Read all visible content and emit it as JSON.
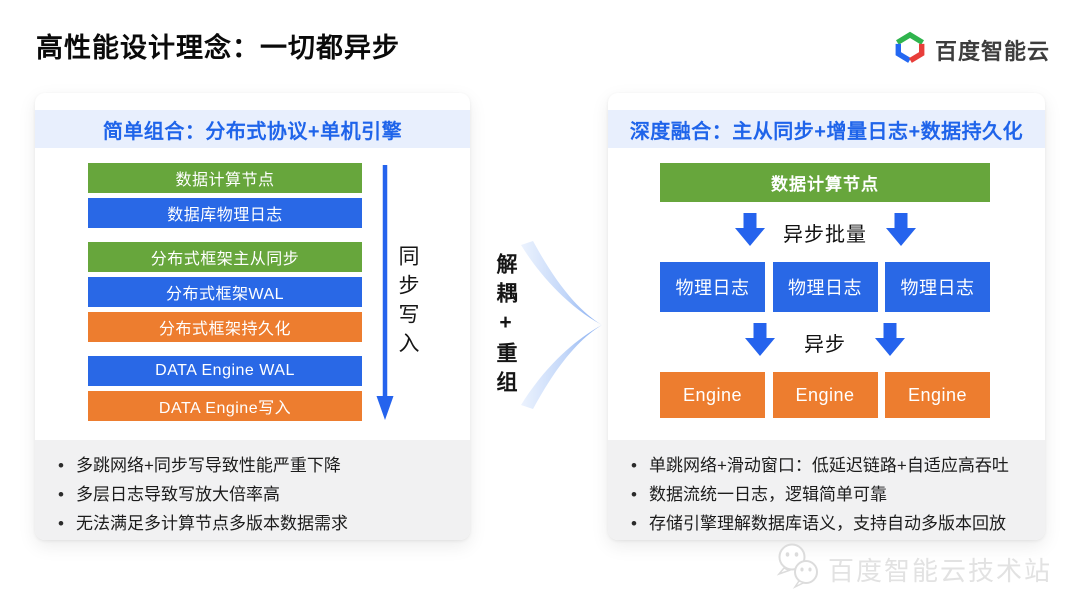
{
  "page": {
    "title": "高性能设计理念：一切都异步",
    "logo_text": "百度智能云",
    "watermark_text": "百度智能云技术站"
  },
  "colors": {
    "node_green": "#67a63c",
    "node_blue": "#2968e6",
    "node_orange": "#ed7d2f",
    "arrow_blue": "#2563ed",
    "header_text_blue": "#1f64ea",
    "header_band_bg": "#e8effd",
    "notes_bg": "#f1f1f2",
    "logo_green": "#2fb44d",
    "logo_blue": "#2468f2",
    "logo_red": "#e83e3a"
  },
  "left_panel": {
    "header": "简单组合：分布式协议+单机引擎",
    "bars": [
      {
        "label": "数据计算节点",
        "color": "green"
      },
      {
        "label": "数据库物理日志",
        "color": "blue"
      },
      {
        "label": "分布式框架主从同步",
        "color": "green"
      },
      {
        "label": "分布式框架WAL",
        "color": "blue"
      },
      {
        "label": "分布式框架持久化",
        "color": "orange"
      },
      {
        "label": "DATA Engine WAL",
        "color": "blue"
      },
      {
        "label": "DATA Engine写入",
        "color": "orange"
      }
    ],
    "side_arrow_label": "同步写入",
    "bullets": [
      "多跳网络+同步写导致性能严重下降",
      "多层日志导致写放大倍率高",
      "无法满足多计算节点多版本数据需求"
    ]
  },
  "transition": {
    "label": "解耦+重组"
  },
  "right_panel": {
    "header": "深度融合：主从同步+增量日志+数据持久化",
    "top_node": "数据计算节点",
    "batch_label": "异步批量",
    "log_nodes": [
      "物理日志",
      "物理日志",
      "物理日志"
    ],
    "async_label": "异步",
    "engine_nodes": [
      "Engine",
      "Engine",
      "Engine"
    ],
    "bullets": [
      "单跳网络+滑动窗口：低延迟链路+自适应高吞吐",
      "数据流统一日志，逻辑简单可靠",
      "存储引擎理解数据库语义，支持自动多版本回放"
    ]
  }
}
